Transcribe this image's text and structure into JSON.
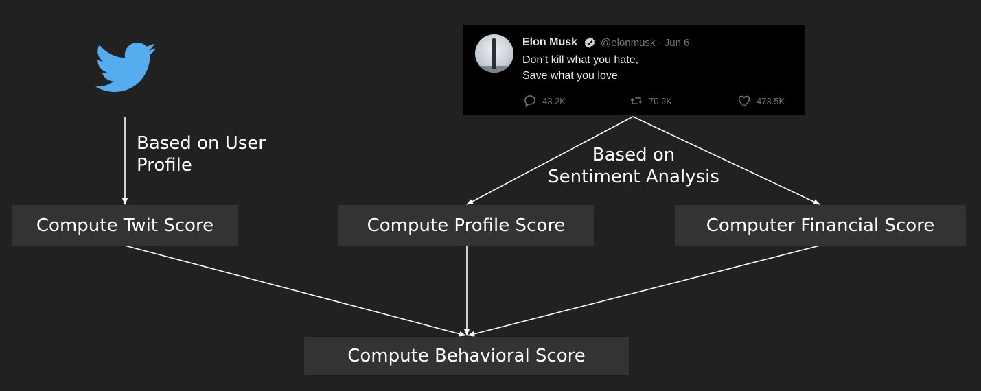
{
  "colors": {
    "background": "#212121",
    "box": "#333333",
    "text": "#ffffff",
    "twitter_blue": "#55acee"
  },
  "icons": {
    "logo": "twitter-bird-icon",
    "verified": "verified-badge-icon",
    "reply": "reply-icon",
    "retweet": "retweet-icon",
    "like": "heart-icon"
  },
  "tweet": {
    "name": "Elon Musk",
    "handle_date": "@elonmusk · Jun 6",
    "line1": "Don’t kill what you hate,",
    "line2": "Save what you love",
    "replies": "43.2K",
    "retweets": "70.2K",
    "likes": "473.5K"
  },
  "labels": {
    "user_profile_line1": "Based on User",
    "user_profile_line2": "Profile",
    "sentiment_line1": "Based on",
    "sentiment_line2": "Sentiment Analysis"
  },
  "boxes": {
    "twit_score": "Compute Twit Score",
    "profile_score": "Compute Profile Score",
    "financial_score": "Computer Financial Score",
    "behavioral_score": "Compute Behavioral Score"
  }
}
